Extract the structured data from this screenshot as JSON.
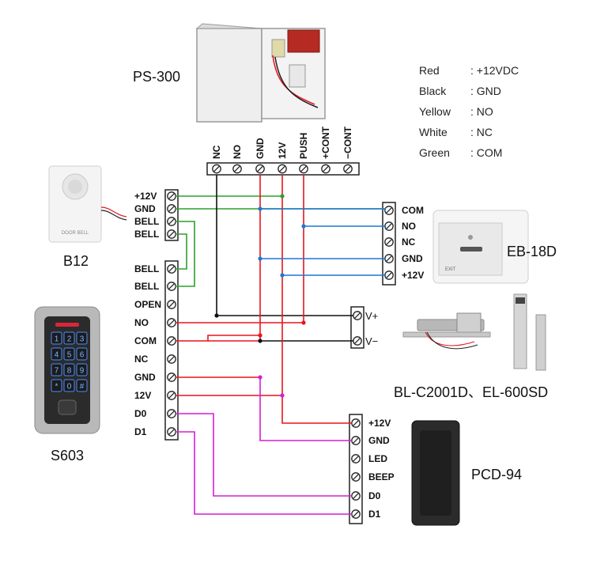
{
  "devices": {
    "psu": "PS-300",
    "bell": "B12",
    "keypad": "S603",
    "exit_button": "EB-18D",
    "locks": "BL-C2001D、EL-600SD",
    "reader": "PCD-94",
    "bell_brand": "DOOR BELL",
    "exit_text": "EXIT"
  },
  "legend": [
    {
      "color_name": "Red",
      "meaning": ": +12VDC"
    },
    {
      "color_name": "Black",
      "meaning": ": GND"
    },
    {
      "color_name": "Yellow",
      "meaning": ": NO"
    },
    {
      "color_name": "White",
      "meaning": ": NC"
    },
    {
      "color_name": "Green",
      "meaning": ": COM"
    }
  ],
  "psu_terminals": [
    "NC",
    "NO",
    "GND",
    "12V",
    "PUSH",
    "+CONT",
    "−CONT"
  ],
  "keypad_top_terminals": [
    "+12V",
    "GND",
    "BELL",
    "BELL"
  ],
  "keypad_main_terminals": [
    "BELL",
    "BELL",
    "OPEN",
    "NO",
    "COM",
    "NC",
    "GND",
    "12V",
    "D0",
    "D1"
  ],
  "exit_terminals": [
    "COM",
    "NO",
    "NC",
    "GND",
    "+12V"
  ],
  "lock_terminals": [
    "V+",
    "V−"
  ],
  "reader_terminals": [
    "+12V",
    "GND",
    "LED",
    "BEEP",
    "D0",
    "D1"
  ],
  "keypad_keys": [
    "1",
    "2",
    "3",
    "4",
    "5",
    "6",
    "7",
    "8",
    "9",
    "*",
    "0",
    "#"
  ],
  "colors": {
    "red": "#e8141e",
    "black": "#111111",
    "green": "#2ca02c",
    "blue": "#1f77d4",
    "magenta": "#d41fd4",
    "terminal_fill": "#ffffff",
    "terminal_stroke": "#222222"
  }
}
